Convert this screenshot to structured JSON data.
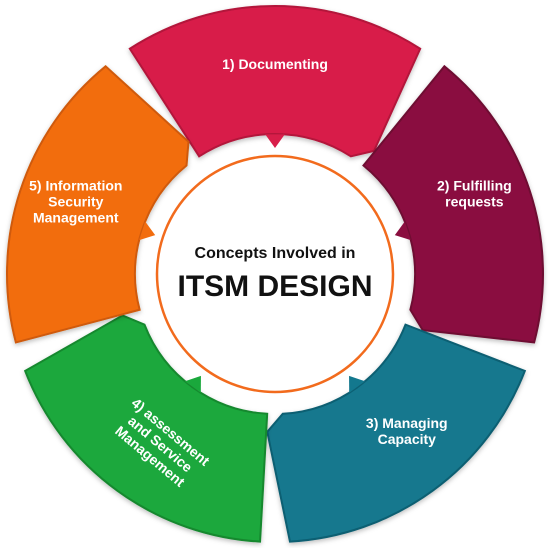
{
  "center": {
    "subtitle": "Concepts Involved in",
    "title": "ITSM DESIGN",
    "ring_color": "#f26b1d"
  },
  "segments": [
    {
      "lines": [
        "1) Documenting"
      ],
      "color": "#d81e4a",
      "shade": "#b3143a"
    },
    {
      "lines": [
        "2) Fulfilling",
        "requests"
      ],
      "color": "#8a0e3f",
      "shade": "#6e0a32"
    },
    {
      "lines": [
        "3) Managing",
        "Capacity"
      ],
      "color": "#13788e",
      "shade": "#0d5f72"
    },
    {
      "lines": [
        "4) assessment",
        "and Service",
        "Management"
      ],
      "color": "#1aa83c",
      "shade": "#13882f"
    },
    {
      "lines": [
        "5) Information",
        "Security",
        "Management"
      ],
      "color": "#f26d0f",
      "shade": "#cf5a08"
    }
  ]
}
